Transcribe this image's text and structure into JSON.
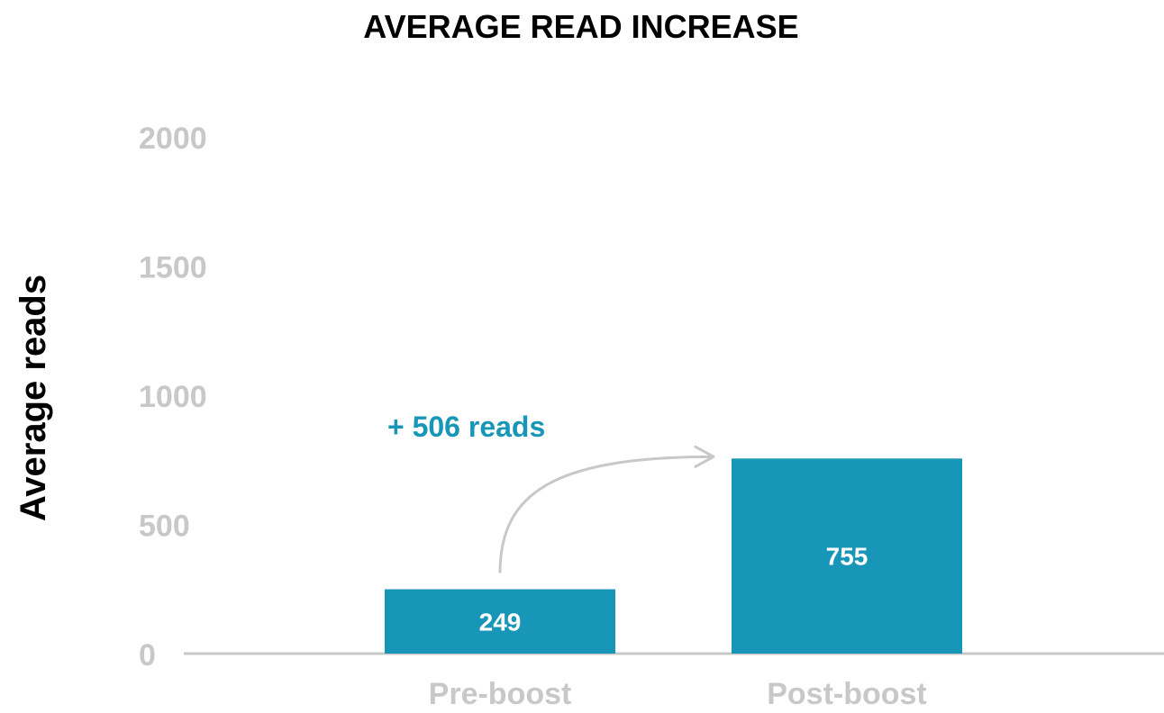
{
  "chart_data": {
    "type": "bar",
    "title": "AVERAGE READ INCREASE",
    "xlabel": "",
    "ylabel": "Average reads",
    "categories": [
      "Pre-boost",
      "Post-boost"
    ],
    "values": [
      249,
      755
    ],
    "data_labels": [
      "249",
      "755"
    ],
    "ylim": [
      0,
      2000
    ],
    "yticks": [
      0,
      500,
      1000,
      1500,
      2000
    ],
    "ytick_labels": [
      "0",
      "500",
      "1000",
      "1500",
      "2000"
    ],
    "grid": false,
    "legend": "none",
    "annotation": {
      "text": "+ 506 reads",
      "from_category": "Pre-boost",
      "to_category": "Post-boost"
    },
    "colors": {
      "bar": "#1896b8",
      "annotation": "#1896b8",
      "tick_label": "#c8c8c8",
      "baseline": "#c8c8c8",
      "arrow": "#c8c8c8"
    }
  }
}
